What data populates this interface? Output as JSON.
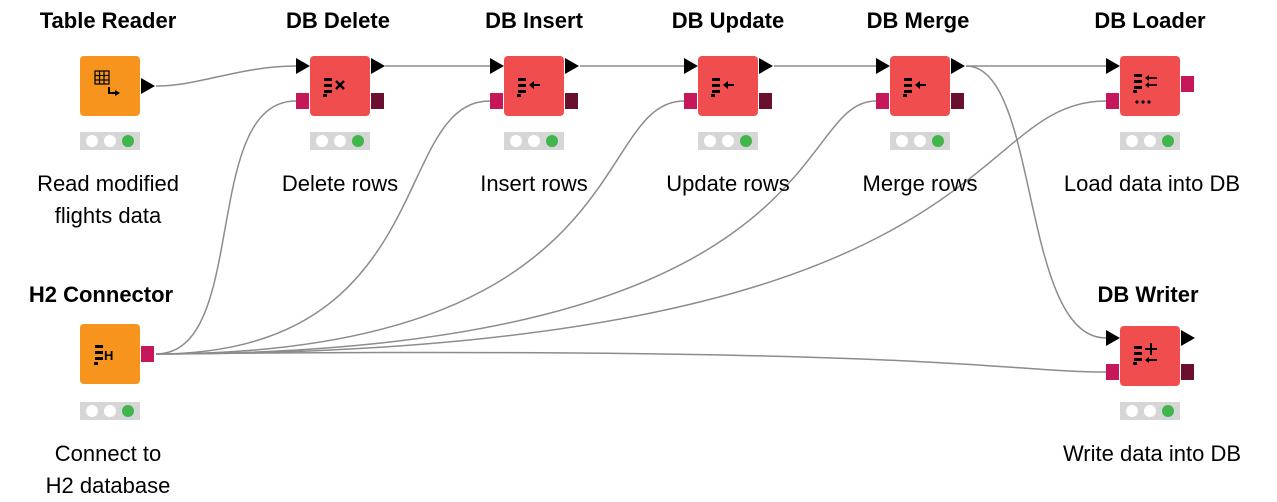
{
  "nodes": {
    "table_reader": {
      "title": "Table Reader",
      "desc1": "Read modified",
      "desc2": "flights data",
      "status": "executed"
    },
    "h2_connector": {
      "title": "H2 Connector",
      "desc1": "Connect to",
      "desc2": "H2 database",
      "status": "executed"
    },
    "db_delete": {
      "title": "DB Delete",
      "desc1": "Delete rows",
      "status": "executed"
    },
    "db_insert": {
      "title": "DB Insert",
      "desc1": "Insert rows",
      "status": "executed"
    },
    "db_update": {
      "title": "DB Update",
      "desc1": "Update rows",
      "status": "executed"
    },
    "db_merge": {
      "title": "DB Merge",
      "desc1": "Merge rows",
      "status": "executed"
    },
    "db_loader": {
      "title": "DB Loader",
      "desc1": "Load data into DB",
      "status": "executed"
    },
    "db_writer": {
      "title": "DB Writer",
      "desc1": "Write data into DB",
      "status": "executed"
    }
  },
  "node_glyphs": {
    "table_reader": "table-arrow-icon",
    "h2_connector": "h2-db-icon",
    "db_delete": "db-delete-icon",
    "db_insert": "db-insert-icon",
    "db_update": "db-update-icon",
    "db_merge": "db-merge-icon",
    "db_loader": "db-loader-icon",
    "db_writer": "db-writer-icon"
  },
  "colors": {
    "source_node": "#f7941d",
    "db_node": "#f04e4e",
    "db_port": "#c6175b",
    "db_port_out": "#6b0f2e",
    "status_ok": "#3fb54a",
    "wire": "#8c8c8c"
  },
  "connections": [
    {
      "from": "table_reader",
      "to": "db_delete",
      "type": "data"
    },
    {
      "from": "db_delete",
      "to": "db_insert",
      "type": "data"
    },
    {
      "from": "db_insert",
      "to": "db_update",
      "type": "data"
    },
    {
      "from": "db_update",
      "to": "db_merge",
      "type": "data"
    },
    {
      "from": "db_merge",
      "to": "db_loader",
      "type": "data"
    },
    {
      "from": "db_merge",
      "to": "db_writer",
      "type": "data"
    },
    {
      "from": "h2_connector",
      "to": "db_delete",
      "type": "db"
    },
    {
      "from": "h2_connector",
      "to": "db_insert",
      "type": "db"
    },
    {
      "from": "h2_connector",
      "to": "db_update",
      "type": "db"
    },
    {
      "from": "h2_connector",
      "to": "db_merge",
      "type": "db"
    },
    {
      "from": "h2_connector",
      "to": "db_loader",
      "type": "db"
    },
    {
      "from": "h2_connector",
      "to": "db_writer",
      "type": "db"
    }
  ]
}
